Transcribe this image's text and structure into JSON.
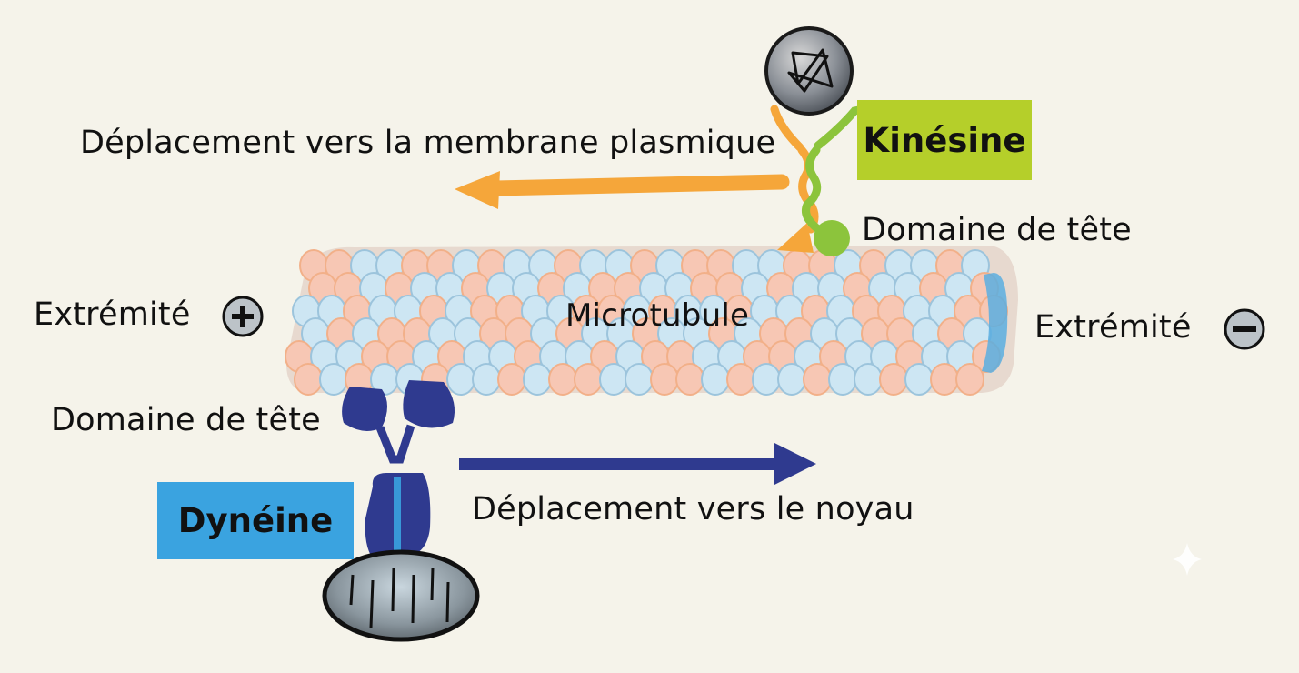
{
  "labels": {
    "movement_to_membrane": "Déplacement vers la membrane plasmique",
    "kinesin": "Kinésine",
    "kinesin_head_domain": "Domaine de tête",
    "plus_end": "Extrémité",
    "minus_end": "Extrémité",
    "microtubule": "Microtubule",
    "dynein_head_domain": "Domaine de tête",
    "dynein": "Dynéine",
    "movement_to_nucleus": "Déplacement vers le noyau"
  },
  "colors": {
    "background": "#f5f3ea",
    "kinesin_badge": "#b5cf2a",
    "dynein_badge": "#3aa3e0",
    "kinesin_orange": "#f5a63a",
    "kinesin_green": "#8cc43c",
    "dynein_navy": "#2f3a8f",
    "tubulin_blue": "#cde6f3",
    "tubulin_pink": "#f7c7b4",
    "tubulin_outline": "#9cc4dc"
  },
  "icons": {
    "plus_symbol": "circle-plus-icon",
    "minus_symbol": "circle-minus-icon",
    "vesicle": "vesicle-cargo-icon",
    "mitochondrion": "mitochondrion-cargo-icon",
    "sparkle": "sparkle-icon"
  }
}
